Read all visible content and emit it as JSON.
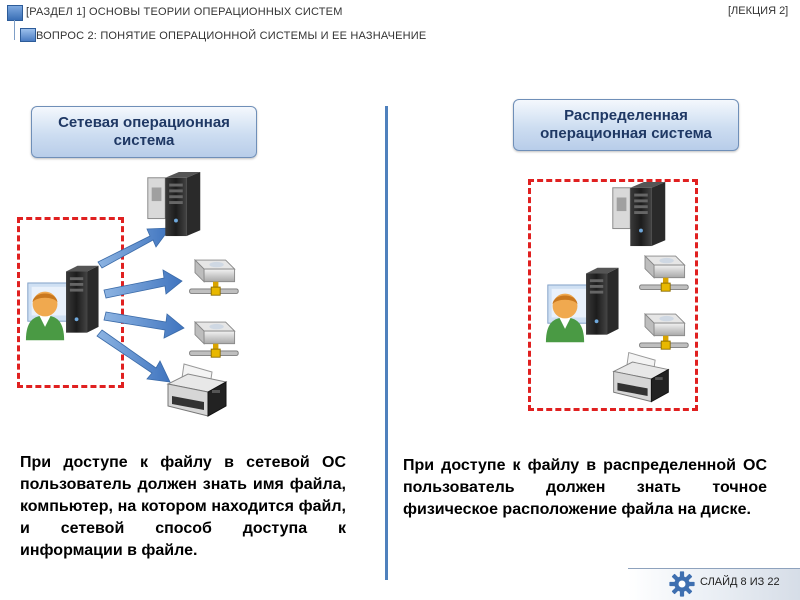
{
  "header": {
    "section": "[РАЗДЕЛ 1] ОСНОВЫ ТЕОРИИ ОПЕРАЦИОННЫХ СИСТЕМ",
    "question": "ВОПРОС 2: ПОНЯТИЕ ОПЕРАЦИОННОЙ СИСТЕМЫ И ЕЕ НАЗНАЧЕНИЕ",
    "lecture": "[ЛЕКЦИЯ 2]"
  },
  "left": {
    "title": "Сетевая операционная система",
    "text": "При доступе к файлу в сетевой ОС пользователь должен знать имя файла, компьютер, на котором находится файл, и сетевой способ доступа к информации в файле."
  },
  "right": {
    "title": "Распределенная операционная система",
    "text": "При доступе к файлу в распределенной ОС пользователь должен знать точное физическое расположение файла на диске."
  },
  "footer": {
    "slide": "СЛАЙД 8 ИЗ 22"
  },
  "colors": {
    "accent": "#4f81bd",
    "frame": "#e02020",
    "title_text": "#1f3864"
  },
  "icons": [
    "server-icon",
    "workstation-icon",
    "user-icon",
    "network-drive-icon",
    "printer-icon",
    "arrow-icon",
    "gear-icon"
  ]
}
